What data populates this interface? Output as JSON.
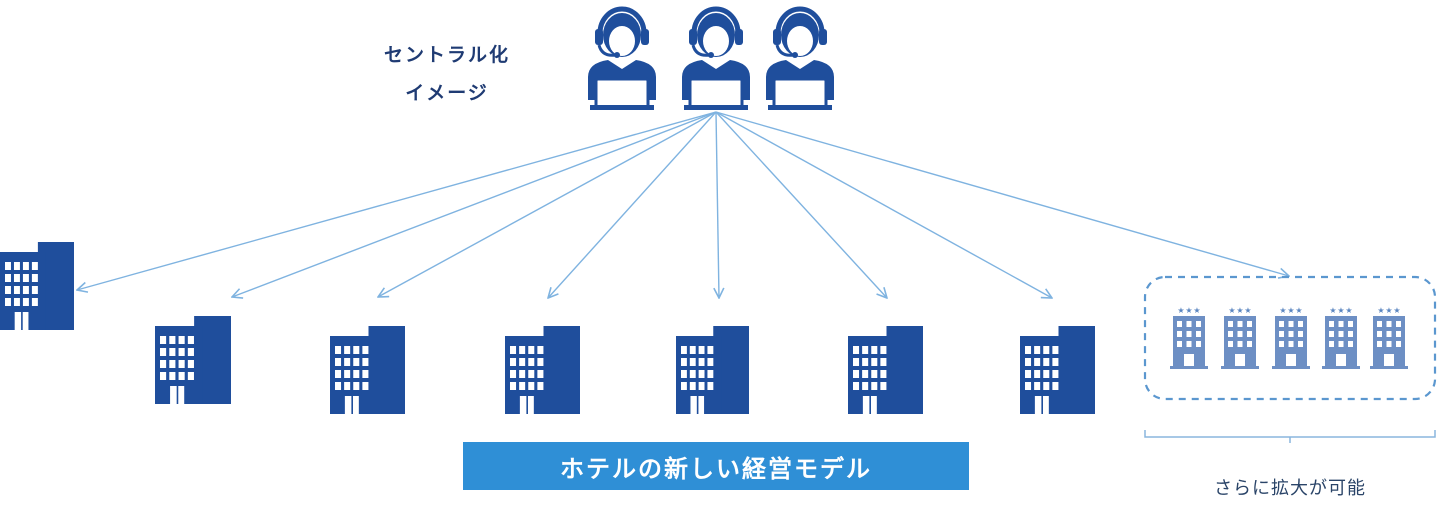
{
  "caption": {
    "line1": "セントラル化",
    "line2": "イメージ"
  },
  "banner": {
    "label": "ホテルの新しい経営モデル"
  },
  "expand_note": "さらに拡大が可能",
  "colors": {
    "icon_navy": "#1f4e9c",
    "arrow_blue": "#7fb3e0",
    "banner_blue": "#2f8fd6",
    "dashed_border": "#5b97cf"
  },
  "operators": [
    {
      "icon": "headset-operator-icon"
    },
    {
      "icon": "headset-operator-icon"
    },
    {
      "icon": "headset-operator-icon"
    }
  ],
  "hotels": [
    {
      "icon": "hotel-building-icon"
    },
    {
      "icon": "hotel-building-icon"
    },
    {
      "icon": "hotel-building-icon"
    },
    {
      "icon": "hotel-building-icon"
    },
    {
      "icon": "hotel-building-icon"
    },
    {
      "icon": "hotel-building-icon"
    },
    {
      "icon": "hotel-building-icon"
    }
  ],
  "star_hotels": [
    {
      "icon": "star-hotel-icon",
      "stars": 3
    },
    {
      "icon": "star-hotel-icon",
      "stars": 3
    },
    {
      "icon": "star-hotel-icon",
      "stars": 3
    },
    {
      "icon": "star-hotel-icon",
      "stars": 3
    },
    {
      "icon": "star-hotel-icon",
      "stars": 3
    }
  ]
}
